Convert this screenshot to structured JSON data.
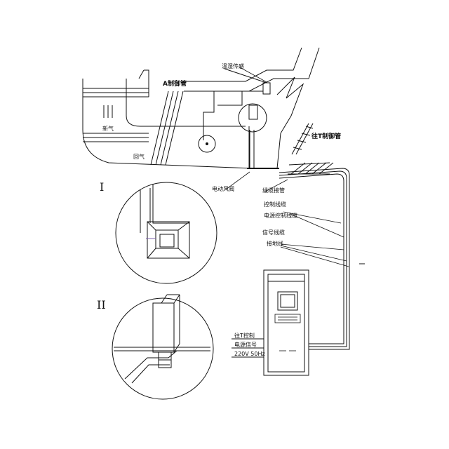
{
  "labels": {
    "duct_a": "A制御管",
    "duct_b": "往T制御管",
    "sensor_top": "温湿传感",
    "air_left": "新气",
    "air_bottom": "回气",
    "valve_label": "电动风阀",
    "cable_1": "线缆接管",
    "cable_2": "控制线缆",
    "cable_3": "电源控制线缆",
    "cable_4": "信号线缆",
    "cable_5": "接地线",
    "panel_in_1": "往T控制",
    "panel_in_2": "电源信号",
    "panel_in_3": "220V 50Hz"
  },
  "roman": {
    "detail_1": "I",
    "detail_2": "II"
  },
  "colors": {
    "line": "#111111",
    "background": "#ffffff",
    "accent": "#7a5ca8"
  }
}
